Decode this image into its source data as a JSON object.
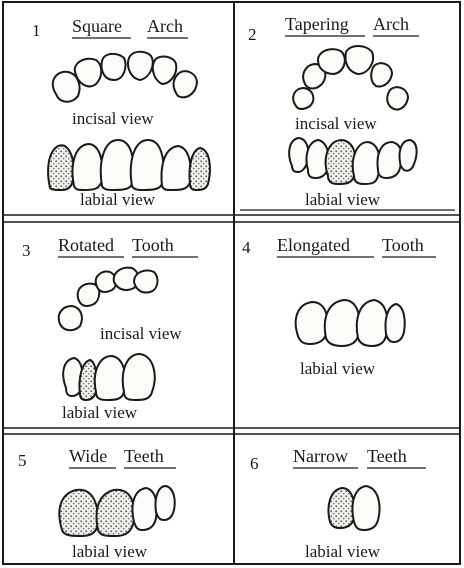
{
  "panels": [
    {
      "number": "1",
      "title_words": [
        "Square",
        "Arch"
      ],
      "labels": {
        "incisal": "incisal view",
        "labial": "labial view"
      }
    },
    {
      "number": "2",
      "title_words": [
        "Tapering",
        "Arch"
      ],
      "labels": {
        "incisal": "incisal view",
        "labial": "labial view"
      }
    },
    {
      "number": "3",
      "title_words": [
        "Rotated",
        "Tooth"
      ],
      "labels": {
        "incisal": "incisal view",
        "labial": "labial view"
      }
    },
    {
      "number": "4",
      "title_words": [
        "Elongated",
        "Tooth"
      ],
      "labels": {
        "labial": "labial view"
      }
    },
    {
      "number": "5",
      "title_words": [
        "Wide",
        "Teeth"
      ],
      "labels": {
        "labial": "labial view"
      }
    },
    {
      "number": "6",
      "title_words": [
        "Narrow",
        "Teeth"
      ],
      "labels": {
        "labial": "labial view"
      }
    }
  ]
}
